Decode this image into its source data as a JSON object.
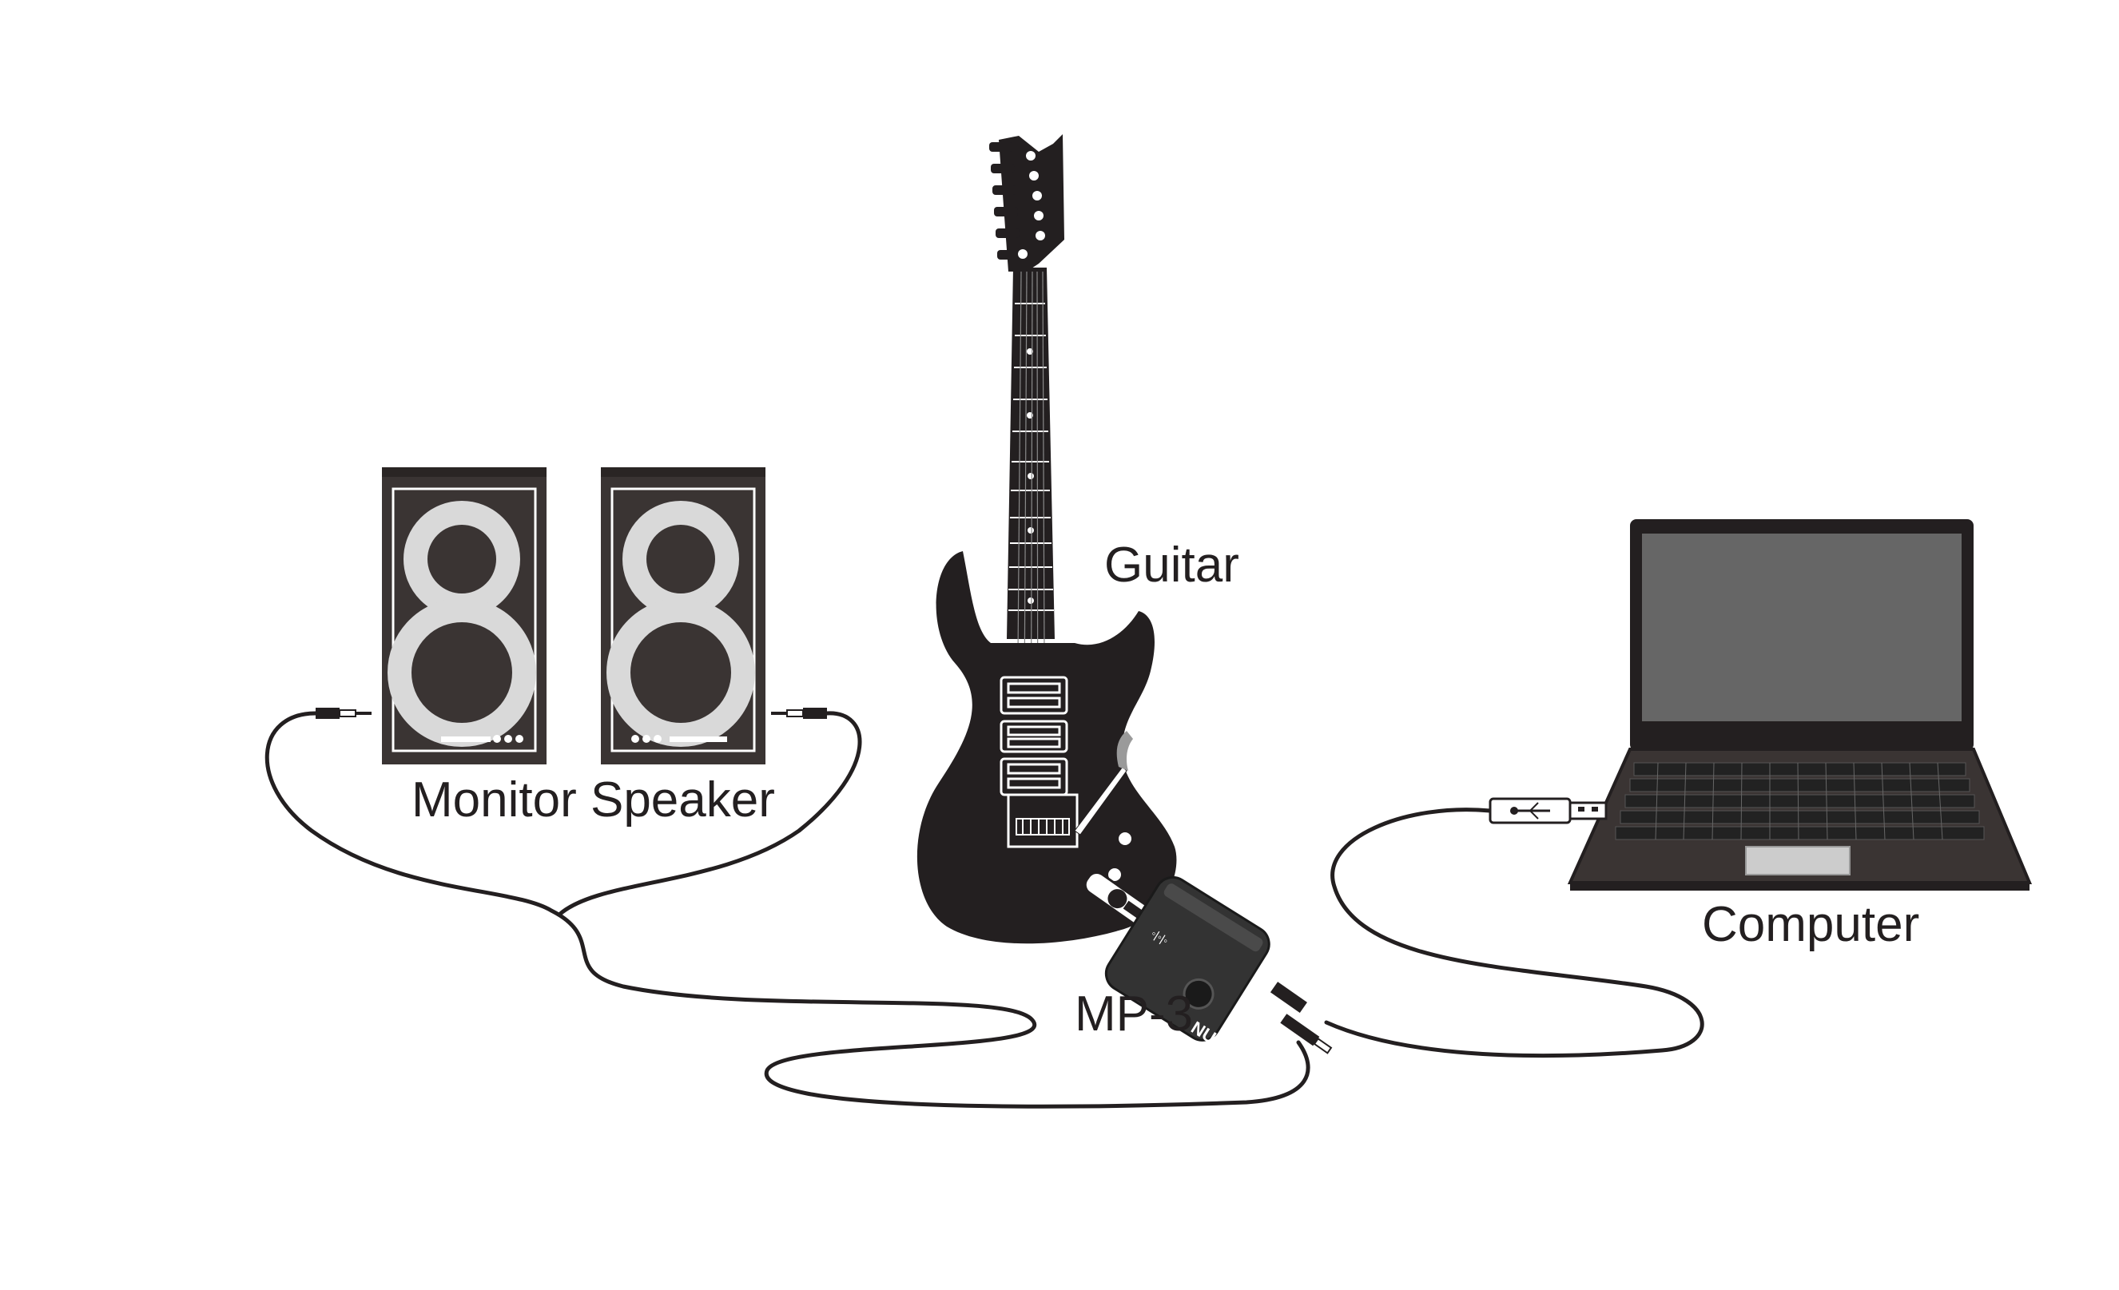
{
  "labels": {
    "guitar": "Guitar",
    "monitor_speaker": "Monitor Speaker",
    "computer": "Computer",
    "device": "MP-3"
  },
  "device_brand": "NUX",
  "colors": {
    "ink": "#231f20",
    "speaker_body": "#3a3433",
    "speaker_ring": "#d9d9d9",
    "screen": "#666666",
    "background": "#ffffff"
  },
  "icons": {
    "guitar": "electric-guitar-icon",
    "speakers": "speaker-icon",
    "laptop": "laptop-icon",
    "device": "guitar-headphone-amp-icon",
    "usb": "usb-icon",
    "jack": "audio-jack-icon"
  }
}
